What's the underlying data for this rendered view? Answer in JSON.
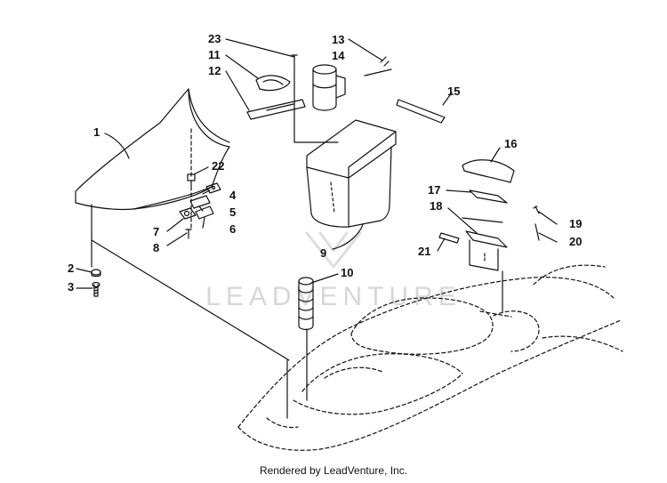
{
  "diagram": {
    "part_labels": [
      "1",
      "2",
      "3",
      "4",
      "5",
      "6",
      "7",
      "8",
      "9",
      "10",
      "11",
      "12",
      "13",
      "14",
      "15",
      "16",
      "17",
      "18",
      "19",
      "20",
      "21",
      "22",
      "23"
    ],
    "watermark": "LEADVENTURE",
    "footer_text": "Rendered by LeadVenture, Inc."
  },
  "colors": {
    "line": "#111111",
    "watermark": "#d7d7d7",
    "background": "#ffffff"
  }
}
